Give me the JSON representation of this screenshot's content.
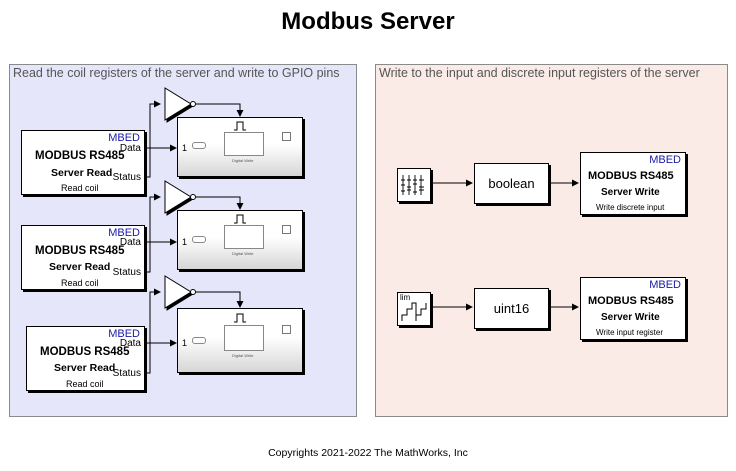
{
  "title": "Modbus Server",
  "footer": "Copyrights 2021-2022 The MathWorks, Inc",
  "left_area": {
    "label": "Read the coil registers of the server and write to GPIO pins",
    "read_blocks": [
      {
        "mbed": "MBED",
        "line1": "MODBUS RS485",
        "line2": "Server Read",
        "port_data": "Data",
        "port_status": "Status",
        "caption": "Read coil"
      },
      {
        "mbed": "MBED",
        "line1": "MODBUS RS485",
        "line2": "Server Read",
        "port_data": "Data",
        "port_status": "Status",
        "caption": "Read coil"
      },
      {
        "mbed": "MBED",
        "line1": "MODBUS RS485",
        "line2": "Server Read",
        "port_data": "Data",
        "port_status": "Status",
        "caption": "Read coil"
      }
    ],
    "digital_write_blocks": [
      {
        "port": "1",
        "inner_label": "Digital Write"
      },
      {
        "port": "1",
        "inner_label": "Digital Write"
      },
      {
        "port": "1",
        "inner_label": "Digital Write"
      }
    ]
  },
  "right_area": {
    "label": "Write to the input and discrete input registers of the server",
    "source_icons": [
      "signal-builder-icon",
      "limited-staircase-icon"
    ],
    "source_text": {
      "lim": "lim"
    },
    "converters": [
      {
        "label": "boolean"
      },
      {
        "label": "uint16"
      }
    ],
    "write_blocks": [
      {
        "mbed": "MBED",
        "line1": "MODBUS RS485",
        "line2": "Server Write",
        "caption": "Write discrete input"
      },
      {
        "mbed": "MBED",
        "line1": "MODBUS RS485",
        "line2": "Server Write",
        "caption": "Write input register"
      }
    ]
  }
}
